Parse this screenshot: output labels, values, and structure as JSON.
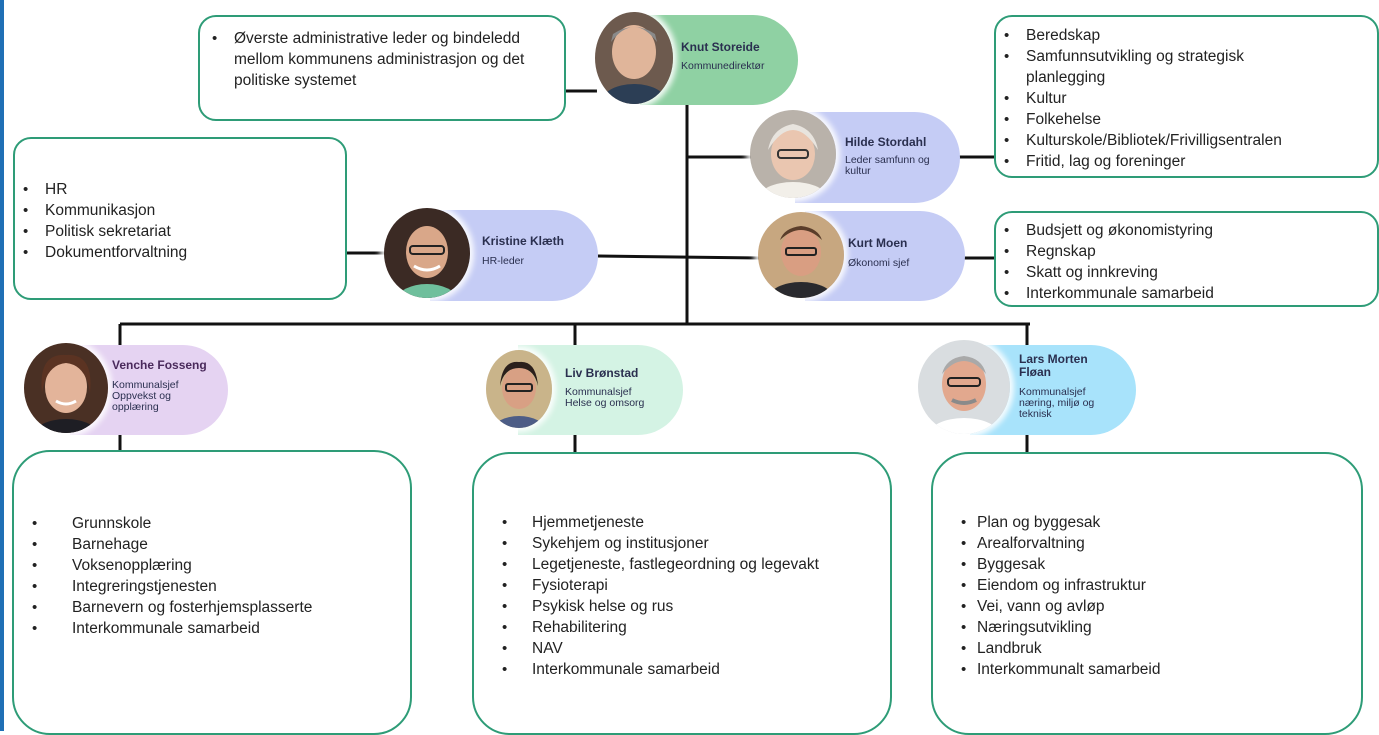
{
  "colors": {
    "accent": "#2e9c77",
    "green_pill": "#8fd1a3",
    "blue_pill": "#c5ccf5",
    "purple_pill": "#e5d3f2",
    "mint_pill": "#d4f3e4",
    "sky_pill": "#a8e3fb"
  },
  "director": {
    "name": "Knut Storeide",
    "role": "Kommunedirektør",
    "desc": [
      "Øverste administrative leder og bindeledd mellom kommunens administrasjon og det politiske systemet"
    ]
  },
  "hilde": {
    "name": "Hilde Stordahl",
    "role_1": "Leder samfunn og",
    "role_2": "kultur",
    "items": [
      "Beredskap",
      "Samfunnsutvikling og strategisk planlegging",
      "Kultur",
      "Folkehelse",
      "Kulturskole/Bibliotek/Frivilligsentralen",
      "Fritid, lag og foreninger"
    ]
  },
  "kristine": {
    "name": "Kristine Klæth",
    "role": "HR-leder",
    "items": [
      "HR",
      "Kommunikasjon",
      "Politisk sekretariat",
      "Dokumentforvaltning"
    ]
  },
  "kurt": {
    "name": "Kurt Moen",
    "role": "Økonomi sjef",
    "items": [
      "Budsjett og økonomistyring",
      "Regnskap",
      "Skatt og innkreving",
      "Interkommunale samarbeid"
    ]
  },
  "venche": {
    "name": "Venche Fosseng",
    "role_1": "Kommunalsjef",
    "role_2": "Oppvekst og",
    "role_3": "opplæring",
    "items": [
      "Grunnskole",
      "Barnehage",
      "Voksenopplæring",
      "Integreringstjenesten",
      "Barnevern og fosterhjemsplasserte",
      "Interkommunale samarbeid"
    ]
  },
  "liv": {
    "name": "Liv Brønstad",
    "role_1": "Kommunalsjef",
    "role_2": "Helse og omsorg",
    "items": [
      "Hjemmetjeneste",
      "Sykehjem og institusjoner",
      "Legetjeneste, fastlegeordning og legevakt",
      "Fysioterapi",
      "Psykisk helse og rus",
      "Rehabilitering",
      "NAV",
      "Interkommunale samarbeid"
    ]
  },
  "lars": {
    "name_1": "Lars Morten",
    "name_2": "Fløan",
    "role_1": "Kommunalsjef",
    "role_2": "næring, miljø og",
    "role_3": "teknisk",
    "items": [
      "Plan og byggesak",
      "Arealforvaltning",
      "Byggesak",
      "Eiendom og infrastruktur",
      "Vei, vann og avløp",
      "Næringsutvikling",
      "Landbruk",
      "Interkommunalt samarbeid"
    ]
  }
}
